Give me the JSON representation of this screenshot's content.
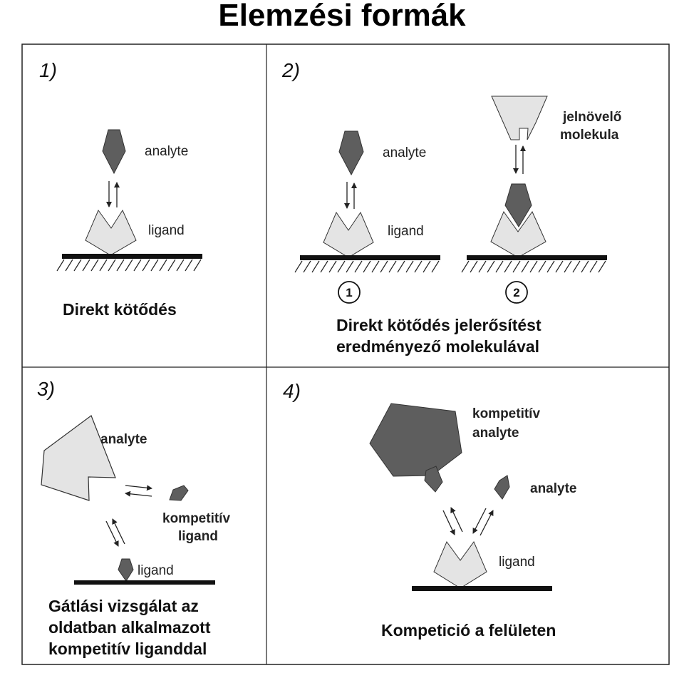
{
  "title": "Elemzési formák",
  "colors": {
    "dark_shape": "#5e5e5e",
    "light_shape": "#e4e4e4",
    "outline": "#333333",
    "border": "#222222"
  },
  "panels": [
    {
      "number": "1)",
      "labels": {
        "analyte": "analyte",
        "ligand": "ligand"
      },
      "caption": [
        "Direkt kötődés"
      ]
    },
    {
      "number": "2)",
      "labels": {
        "analyte": "analyte",
        "ligand": "ligand",
        "enhancer_line1": "jelnövelő",
        "enhancer_line2": "molekula"
      },
      "steps": [
        "1",
        "2"
      ],
      "caption": [
        "Direkt kötődés jelerősítést",
        "eredményező molekulával"
      ]
    },
    {
      "number": "3)",
      "labels": {
        "analyte": "analyte",
        "competitor_line1": "kompetitív",
        "competitor_line2": "ligand",
        "ligand": "ligand"
      },
      "caption": [
        "Gátlási vizsgálat az",
        "oldatban alkalmazott",
        "kompetitív liganddal"
      ]
    },
    {
      "number": "4)",
      "labels": {
        "competitor_line1": "kompetitív",
        "competitor_line2": "analyte",
        "analyte": "analyte",
        "ligand": "ligand"
      },
      "caption": [
        "Kompetició a felületen"
      ]
    }
  ]
}
